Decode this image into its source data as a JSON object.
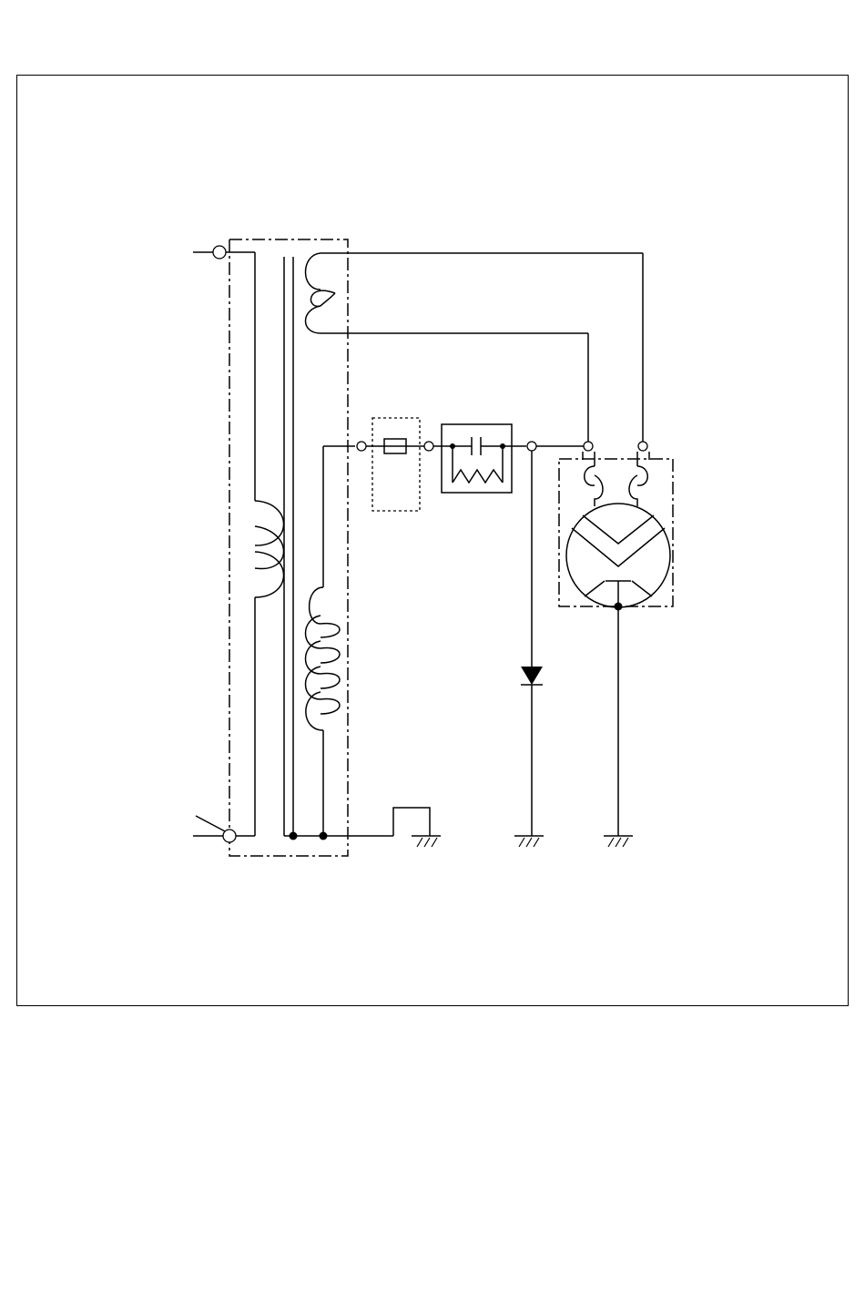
{
  "diagram": {
    "type": "electrical-schematic",
    "components": [
      "ac-input-terminals",
      "power-switch",
      "transformer-primary-winding",
      "transformer-filament-winding",
      "transformer-high-voltage-winding",
      "fuse",
      "rc-network",
      "rectifier-diode",
      "vacuum-tube",
      "chassis-ground"
    ],
    "labels": []
  }
}
